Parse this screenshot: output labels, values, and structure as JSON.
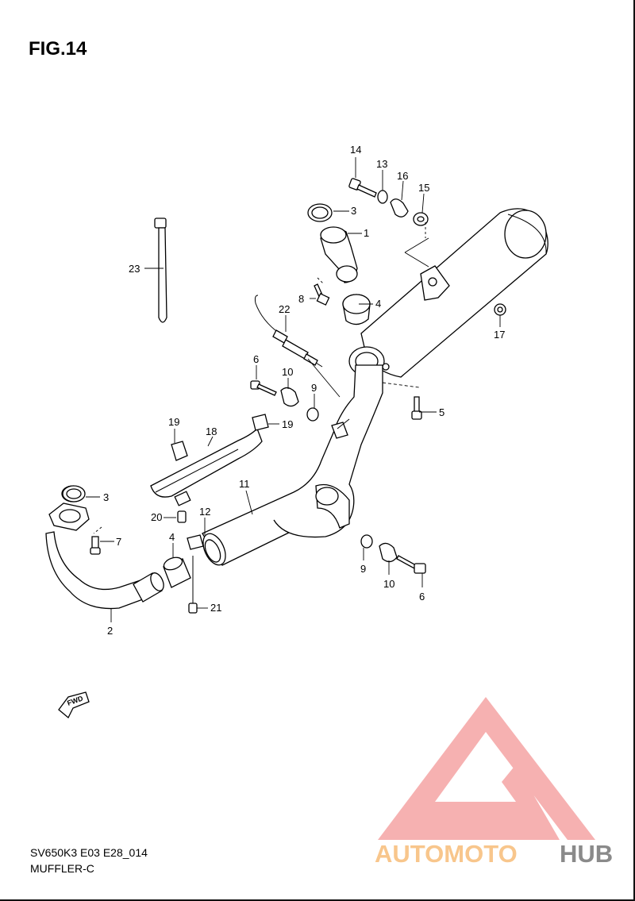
{
  "header": {
    "figure_label": "FIG.14"
  },
  "footer": {
    "model_code": "SV650K3 E03 E28_014",
    "section_name": "MUFFLER-C"
  },
  "fwd_arrow": {
    "label": "FWD"
  },
  "callouts": [
    {
      "id": "c14",
      "text": "14"
    },
    {
      "id": "c13",
      "text": "13"
    },
    {
      "id": "c16",
      "text": "16"
    },
    {
      "id": "c15",
      "text": "15"
    },
    {
      "id": "c3a",
      "text": "3"
    },
    {
      "id": "c1",
      "text": "1"
    },
    {
      "id": "c23",
      "text": "23"
    },
    {
      "id": "c8",
      "text": "8"
    },
    {
      "id": "c4a",
      "text": "4"
    },
    {
      "id": "c22",
      "text": "22"
    },
    {
      "id": "c17",
      "text": "17"
    },
    {
      "id": "c6a",
      "text": "6"
    },
    {
      "id": "c10a",
      "text": "10"
    },
    {
      "id": "c9a",
      "text": "9"
    },
    {
      "id": "c5",
      "text": "5"
    },
    {
      "id": "c19a",
      "text": "19"
    },
    {
      "id": "c19b",
      "text": "19"
    },
    {
      "id": "c18",
      "text": "18"
    },
    {
      "id": "c11",
      "text": "11"
    },
    {
      "id": "c3b",
      "text": "3"
    },
    {
      "id": "c20",
      "text": "20"
    },
    {
      "id": "c12",
      "text": "12"
    },
    {
      "id": "c4b",
      "text": "4"
    },
    {
      "id": "c7",
      "text": "7"
    },
    {
      "id": "c9b",
      "text": "9"
    },
    {
      "id": "c10b",
      "text": "10"
    },
    {
      "id": "c6b",
      "text": "6"
    },
    {
      "id": "c2",
      "text": "2"
    },
    {
      "id": "c21",
      "text": "21"
    }
  ],
  "watermark": {
    "text_part1": "AUTOMOTO",
    "text_part2": "HUB",
    "color_triangle": "#f4a3a3",
    "color_part1": "#f8c68c",
    "color_part2": "#8a8a8a"
  }
}
